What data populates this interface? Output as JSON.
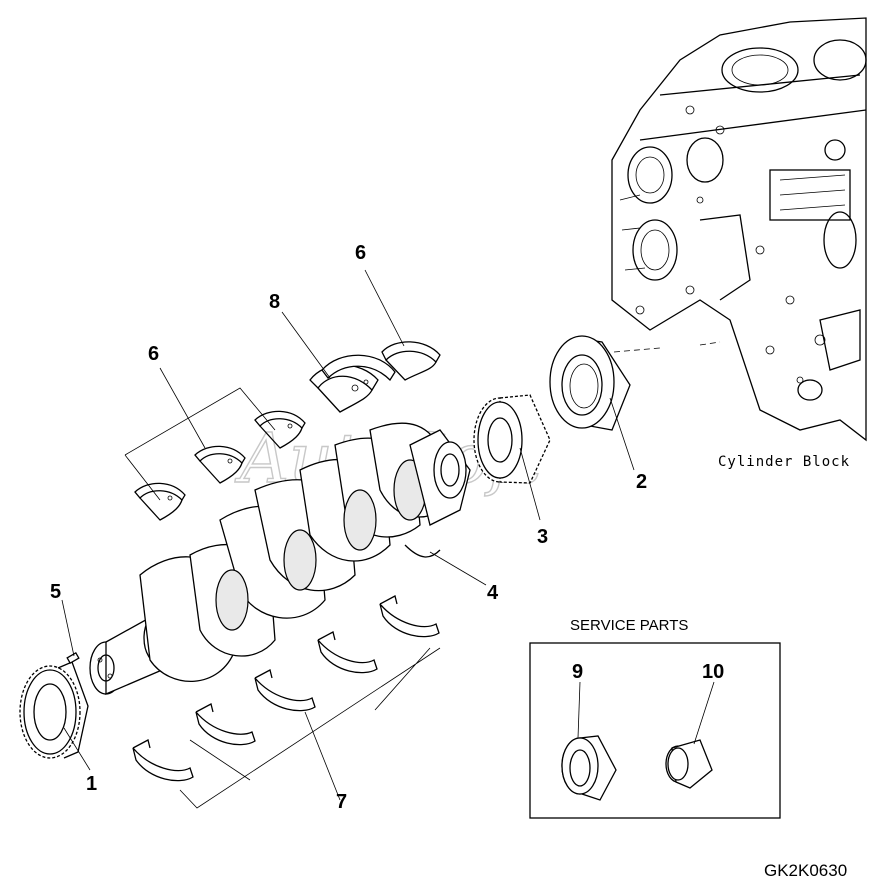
{
  "watermark": "AutoSoft",
  "drawing_code": "GK2K0630",
  "block_label": "Cylinder Block",
  "service_box": {
    "title": "SERVICE PARTS"
  },
  "callouts": {
    "c1": "1",
    "c2": "2",
    "c3": "3",
    "c4": "4",
    "c5": "5",
    "c6a": "6",
    "c6b": "6",
    "c7": "7",
    "c8": "8",
    "c9": "9",
    "c10": "10"
  }
}
